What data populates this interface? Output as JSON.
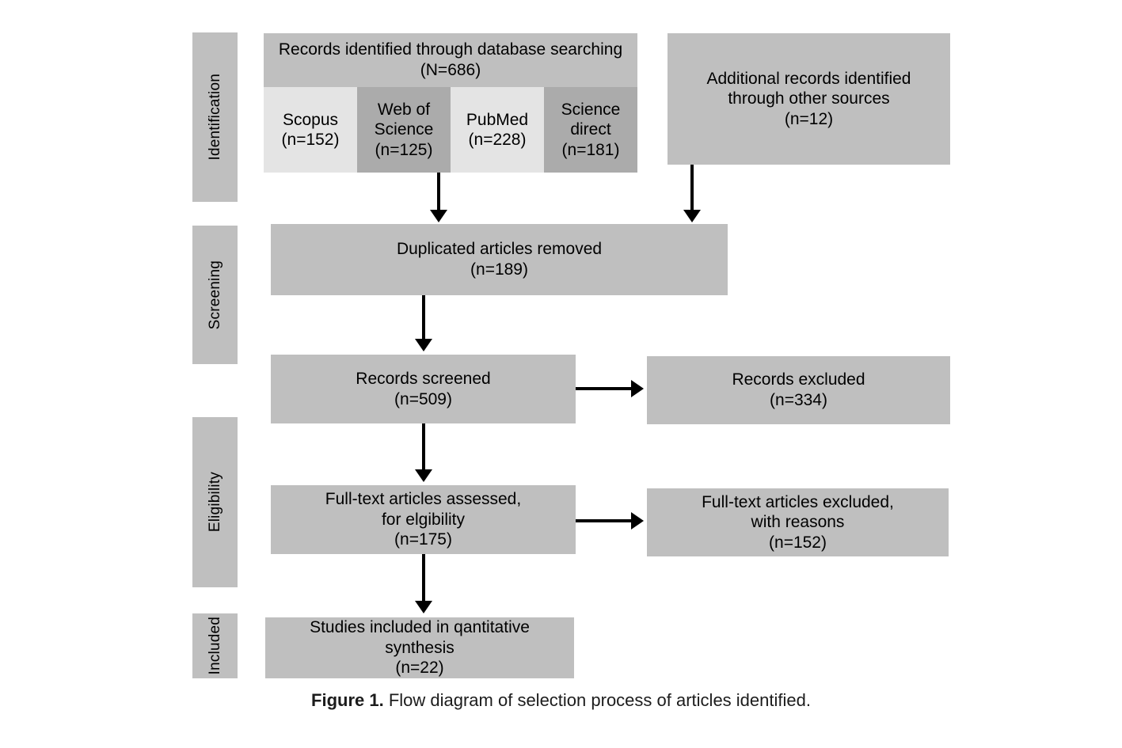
{
  "figure": {
    "caption_label": "Figure 1.",
    "caption_text": "Flow diagram of selection process of articles identified."
  },
  "stages": [
    {
      "key": "identification",
      "label": "Identification"
    },
    {
      "key": "screening",
      "label": "Screening"
    },
    {
      "key": "eligibility",
      "label": "Eligibility"
    },
    {
      "key": "included",
      "label": "Included"
    }
  ],
  "boxes": {
    "database_header": "Records identified through database searching\n(N=686)",
    "additional_records": "Additional records identified\nthrough other sources\n(n=12)",
    "duplicates_removed": "Duplicated articles removed\n(n=189)",
    "records_screened": "Records screened\n(n=509)",
    "records_excluded": "Records excluded\n(n=334)",
    "fulltext_assessed": "Full-text articles assessed,\nfor elgibility\n(n=175)",
    "fulltext_excluded": "Full-text articles excluded,\nwith reasons\n(n=152)",
    "studies_included": "Studies included in qantitative\nsynthesis\n(n=22)"
  },
  "databases": [
    {
      "name": "Scopus",
      "label": "Scopus\n(n=152)",
      "count": 152,
      "shade": "light"
    },
    {
      "name": "Web of Science",
      "label": "Web of\nScience\n(n=125)",
      "count": 125,
      "shade": "dark"
    },
    {
      "name": "PubMed",
      "label": "PubMed\n(n=228)",
      "count": 228,
      "shade": "light"
    },
    {
      "name": "Science direct",
      "label": "Science\ndirect\n(n=181)",
      "count": 181,
      "shade": "dark"
    }
  ],
  "counts": {
    "database_total": 686,
    "additional_records": 12,
    "duplicates_removed": 189,
    "records_screened": 509,
    "records_excluded": 334,
    "fulltext_assessed": 175,
    "fulltext_excluded": 152,
    "studies_included": 22
  },
  "colors": {
    "box_fill": "#bfbfbf",
    "db_light": "#e4e4e4",
    "db_dark": "#ababab",
    "line": "#000000",
    "page_background": "#ffffff"
  }
}
